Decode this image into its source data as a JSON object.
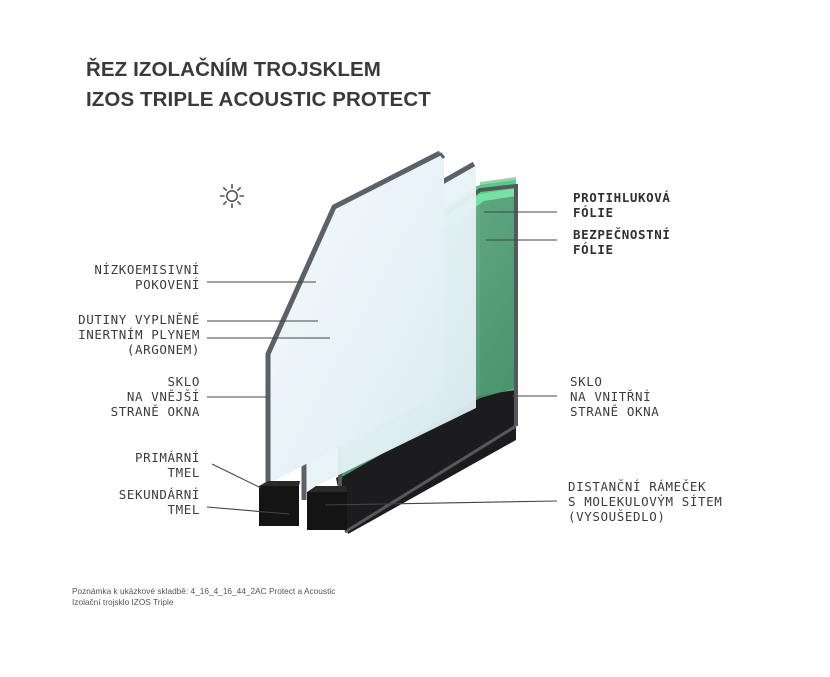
{
  "title": {
    "line1": "ŘEZ IZOLAČNÍM TROJSKLEM",
    "line2": "IZOS TRIPLE ACOUSTIC PROTECT"
  },
  "icons": {
    "sun": "sun-icon"
  },
  "labels": {
    "low_e_coating": [
      "NÍZKOEMISIVNÍ",
      "POKOVENÍ"
    ],
    "gas_cavities": [
      "DUTINY VYPLNĚNÉ",
      "INERTNÍM PLYNEM",
      "(ARGONEM)"
    ],
    "outer_glass": [
      "SKLO",
      "NA VNĚJŠÍ",
      "STRANĚ OKNA"
    ],
    "primary_sealant": [
      "PRIMÁRNÍ",
      "TMEL"
    ],
    "secondary_sealant": [
      "SEKUNDÁRNÍ",
      "TMEL"
    ],
    "acoustic_foil": [
      "PROTIHLUKOVÁ",
      "FÓLIE"
    ],
    "safety_foil": [
      "BEZPEČNOSTNÍ",
      "FÓLIE"
    ],
    "inner_glass": [
      "SKLO",
      "NA VNITŘNÍ",
      "STRANĚ OKNA"
    ],
    "spacer": [
      "DISTANČNÍ RÁMEČEK",
      "S MOLEKULOVÝM SÍTEM",
      "(VYSOUŠEDLO)"
    ]
  },
  "note": {
    "line1": "Poznámka k ukázkové skladbě: 4_16_4_16_44_2AC Protect a Acoustic",
    "line2": "Izolační trojsklo IZOS Triple"
  },
  "colors": {
    "title": "#3a3a3a",
    "glass_frame": "#5c6068",
    "glass_clear": "#e8f4f8",
    "laminated_green": "#5aa07c",
    "foil_green": "#49c47c",
    "spacer_black": "#141414",
    "leader_line": "#444444"
  }
}
